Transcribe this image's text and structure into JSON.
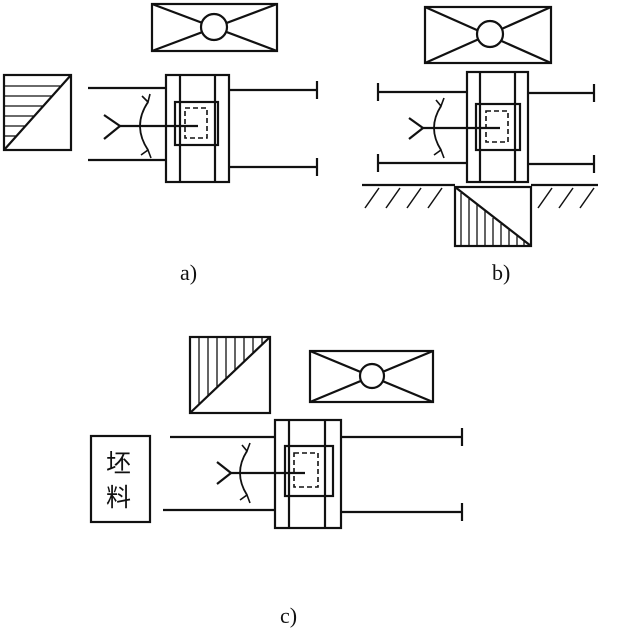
{
  "labels": {
    "a": "a)",
    "b": "b)",
    "c": "c)",
    "blank": "坯\n料"
  },
  "colors": {
    "ink": "#111111",
    "background": "#ffffff"
  }
}
